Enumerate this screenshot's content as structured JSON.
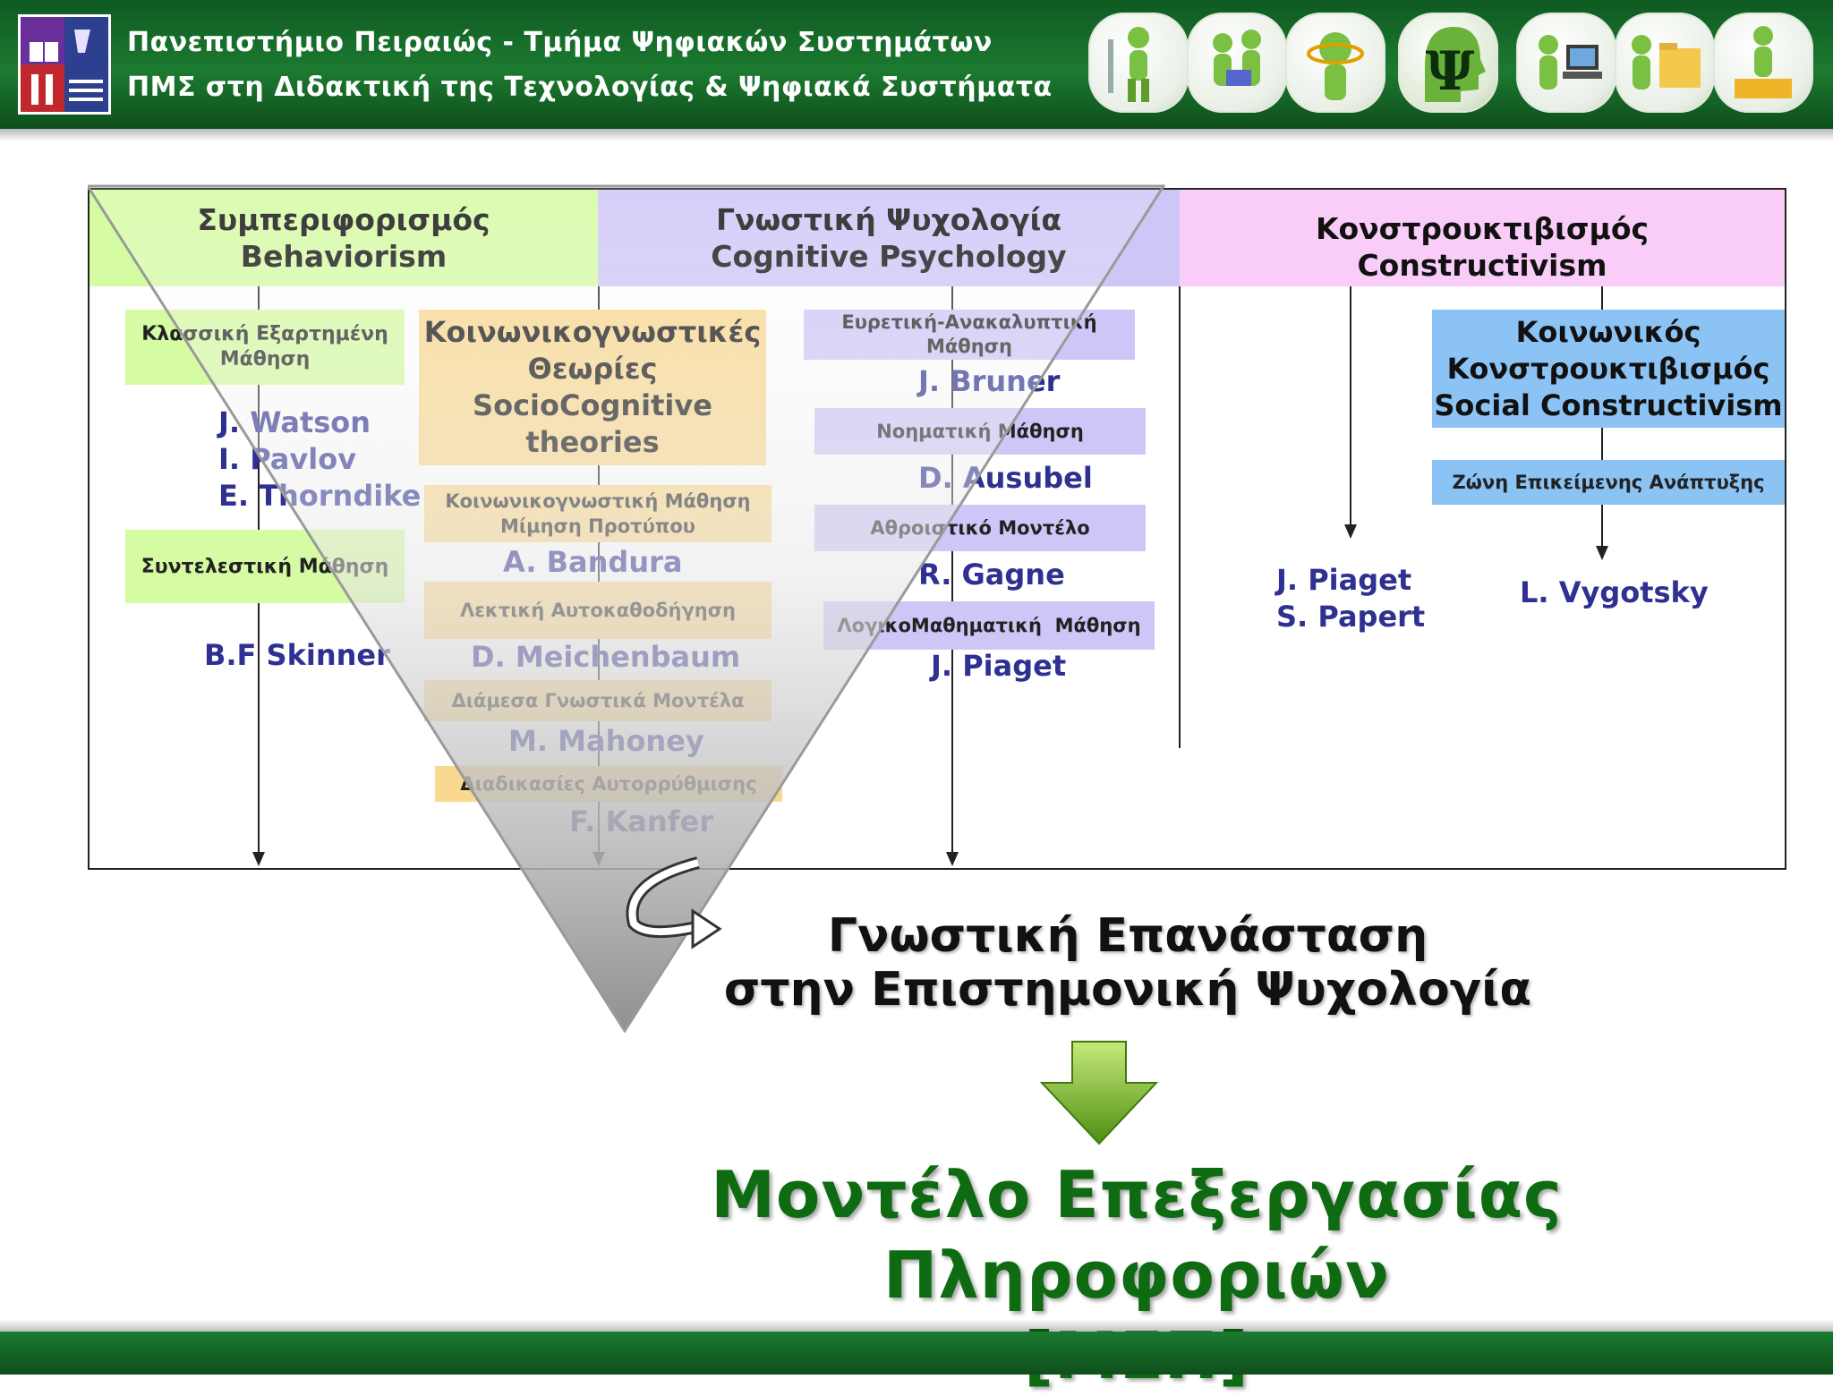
{
  "header": {
    "line1": "Πανεπιστήμιο Πειραιώς - Τμήμα Ψηφιακών Συστημάτων",
    "line2": "ΠΜΣ στη Διδακτική της Τεχνολογίας & Ψηφιακά Συστήματα",
    "psi_symbol": "Ψ"
  },
  "columns": {
    "behaviorism": {
      "gr": "Συμπεριφορισμός",
      "en": "Behaviorism",
      "color": "#d5fba3"
    },
    "cognitive": {
      "gr": "Γνωστική Ψυχολογία",
      "en": "Cognitive Psychology",
      "color": "#cfc6f8"
    },
    "constructivism": {
      "gr": "Κονστρουκτιβισμός",
      "en": "Constructivism",
      "color": "#f9cdf8"
    }
  },
  "behaviorism": {
    "classical_box": {
      "line1": "Κλασσική Εξαρτημένη",
      "line2": "Μάθηση"
    },
    "classical_names": [
      "J. Watson",
      "I. Pavlov",
      "E. Thorndike"
    ],
    "operant_box": "Συντελεστική Μάθηση",
    "operant_name": "B.F Skinner"
  },
  "sociocognitive": {
    "main_box": [
      "Κοινωνικογνωστικές",
      "Θεωρίες",
      "SocioCognitive",
      "theories"
    ],
    "items": [
      {
        "box": [
          "Κοινωνικογνωστική Μάθηση",
          "Μίμηση Προτύπου"
        ],
        "name": "A. Bandura"
      },
      {
        "box": [
          "Λεκτική Αυτοκαθοδήγηση"
        ],
        "name": "D. Meichenbaum"
      },
      {
        "box": [
          "Διάμεσα Γνωστικά Μοντέλα"
        ],
        "name": "M. Mahoney"
      },
      {
        "box": [
          "Διαδικασίες Αυτορρύθμισης"
        ],
        "name": "F. Kanfer"
      }
    ]
  },
  "cognitive_items": [
    {
      "box": [
        "Ευρετική-Ανακαλυπτική",
        "Μάθηση"
      ],
      "name": "J. Bruner"
    },
    {
      "box": [
        "Νοηματική Μάθηση"
      ],
      "name": "D. Ausubel"
    },
    {
      "box": [
        "Αθροιστικό Μοντέλο"
      ],
      "name": "R. Gagne"
    },
    {
      "box": [
        "ΛογικοΜαθηματική  Μάθηση"
      ],
      "name": "J. Piaget"
    }
  ],
  "constructivism": {
    "names_left": [
      "J. Piaget",
      "S. Papert"
    ],
    "social_box": [
      "Κοινωνικός",
      "Κονστρουκτιβισμός",
      "Social Constructivism"
    ],
    "zpd_box": "Ζώνη Επικείμενης Ανάπτυξης",
    "name_right": "L. Vygotsky"
  },
  "revolution": {
    "line1": "Γνωστική Επανάσταση",
    "line2": "στην Επιστημονική Ψυχολογία"
  },
  "model": {
    "line1": "Μοντέλο Επεξεργασίας Πληροφοριών",
    "line2": "[ΜΕΠ]"
  }
}
